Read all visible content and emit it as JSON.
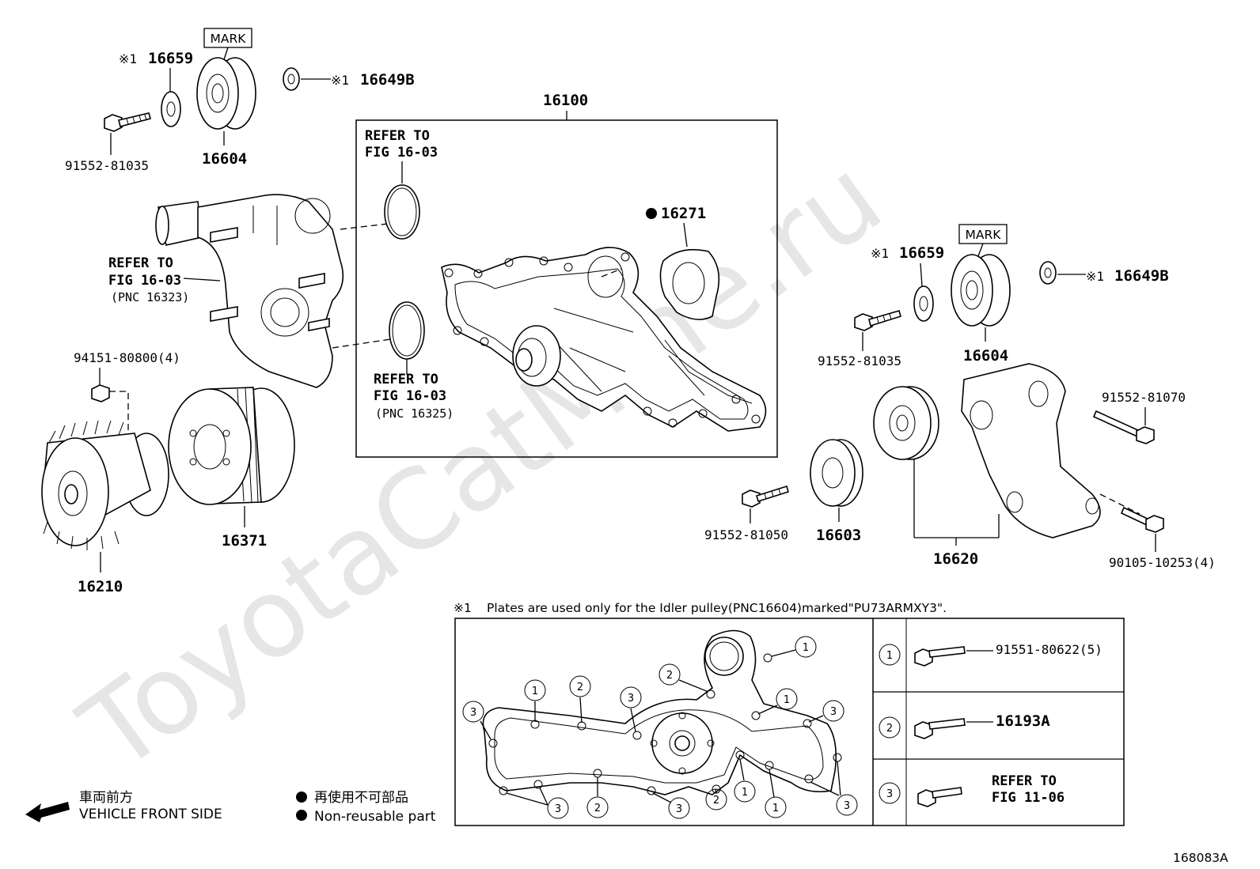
{
  "watermark": "ToyotaCatMine.ru",
  "figure_id": "168083A",
  "asterisk_mark": "※1",
  "mark_label": "MARK",
  "parts": {
    "p16659_left": "16659",
    "p16604_left": "16604",
    "p16649B_top": "16649B",
    "p91552_81035_left": "91552-81035",
    "p16100": "16100",
    "p16271": "16271",
    "p16659_right": "16659",
    "p16649B_right": "16649B",
    "p91552_81035_right": "91552-81035",
    "p16604_right": "16604",
    "p94151_80800": "94151-80800(4)",
    "p16210": "16210",
    "p16371": "16371",
    "p91552_81070": "91552-81070",
    "p91552_81050": "91552-81050",
    "p16603": "16603",
    "p16620": "16620",
    "p90105_10253": "90105-10253(4)"
  },
  "refs": {
    "refer_to": "REFER TO",
    "fig_16_03": "FIG 16-03",
    "fig_11_06": "FIG 11-06",
    "pnc_16323": "(PNC 16323)",
    "pnc_16325": "(PNC 16325)"
  },
  "note_plates": "Plates are used only for the Idler pulley(PNC16604)marked\"PU73ARMXY3\".",
  "bolt_table": {
    "rows": [
      {
        "num": "1",
        "part": "91551-80622(5)"
      },
      {
        "num": "2",
        "part": "16193A"
      },
      {
        "num": "3",
        "part": ""
      }
    ]
  },
  "legend": {
    "front_jp": "車両前方",
    "front_en": "VEHICLE FRONT SIDE",
    "nonreuse_jp": "再使用不可部品",
    "nonreuse_en": "Non-reusable part"
  },
  "callout_numbers": {
    "one": "1",
    "two": "2",
    "three": "3"
  }
}
